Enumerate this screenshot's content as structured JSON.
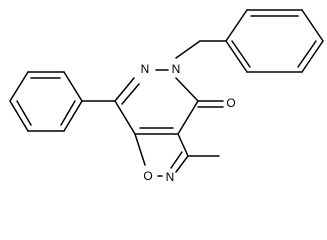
{
  "atoms": {
    "n5": "N",
    "n6": "N",
    "o4": "O",
    "o1": "O",
    "n2": "N"
  }
}
